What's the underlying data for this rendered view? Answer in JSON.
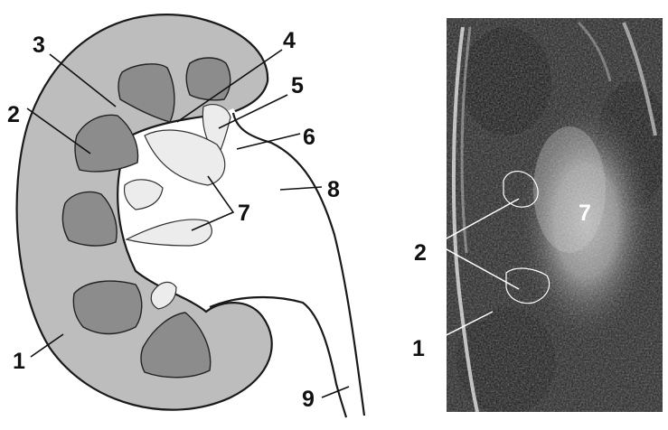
{
  "diagram": {
    "labels": {
      "l1": "1",
      "l2": "2",
      "l3": "3",
      "l4": "4",
      "l5": "5",
      "l6": "6",
      "l7": "7",
      "l8": "8",
      "l9": "9"
    },
    "ultrasound_labels": {
      "l1": "1",
      "l2": "2",
      "l7": "7"
    },
    "colors": {
      "cortex": "#bdbdbd",
      "pyramid": "#8c8c8c",
      "calyx": "#ececec",
      "ultrasound_bg": "#1c1c1c"
    }
  }
}
